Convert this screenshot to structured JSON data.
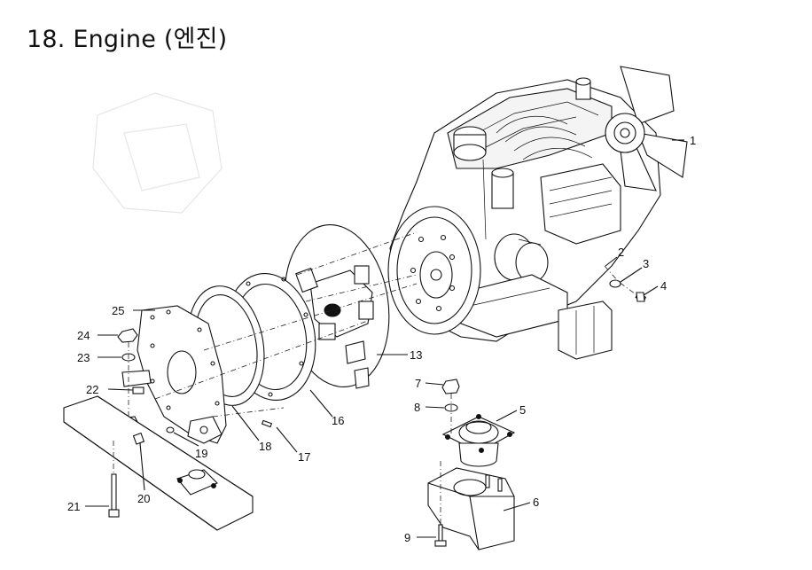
{
  "title": "18. Engine (엔진)",
  "callouts": [
    {
      "id": "1",
      "label": "1"
    },
    {
      "id": "2",
      "label": "2"
    },
    {
      "id": "3",
      "label": "3"
    },
    {
      "id": "4",
      "label": "4"
    },
    {
      "id": "5",
      "label": "5"
    },
    {
      "id": "6",
      "label": "6"
    },
    {
      "id": "7",
      "label": "7"
    },
    {
      "id": "8",
      "label": "8"
    },
    {
      "id": "9",
      "label": "9"
    },
    {
      "id": "13",
      "label": "13"
    },
    {
      "id": "16",
      "label": "16"
    },
    {
      "id": "17",
      "label": "17"
    },
    {
      "id": "18",
      "label": "18"
    },
    {
      "id": "19",
      "label": "19"
    },
    {
      "id": "20",
      "label": "20"
    },
    {
      "id": "21",
      "label": "21"
    },
    {
      "id": "22",
      "label": "22"
    },
    {
      "id": "23",
      "label": "23"
    },
    {
      "id": "24",
      "label": "24"
    },
    {
      "id": "25",
      "label": "25"
    }
  ]
}
